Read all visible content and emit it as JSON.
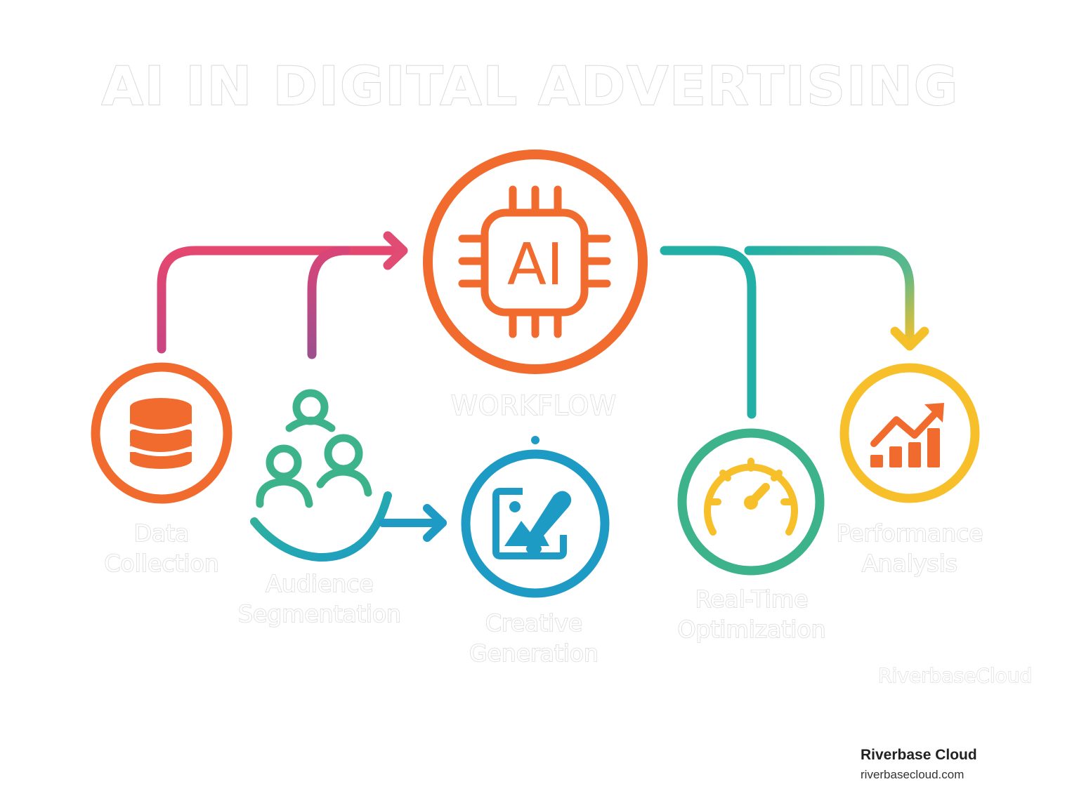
{
  "title": "AI IN DIGITAL ADVERTISING",
  "center": {
    "icon": "ai-chip-icon",
    "chip_text": "AI",
    "label": "WORKFLOW"
  },
  "stages": [
    {
      "label_line1": "Data",
      "label_line2": "Collection",
      "icon": "database-icon"
    },
    {
      "label_line1": "Audience",
      "label_line2": "Segmentation",
      "icon": "people-group-icon"
    },
    {
      "label_line1": "Creative",
      "label_line2": "Generation",
      "icon": "image-brush-icon"
    },
    {
      "label_line1": "Real-Time",
      "label_line2": "Optimization",
      "icon": "speedometer-icon"
    },
    {
      "label_line1": "Performance",
      "label_line2": "Analysis",
      "icon": "growth-chart-icon"
    }
  ],
  "watermark": "RiverbaseCloud",
  "brand": {
    "name": "Riverbase Cloud",
    "url": "riverbasecloud.com"
  },
  "colors": {
    "orange": "#F26B2E",
    "pink": "#E04A7A",
    "teal": "#22AFA6",
    "green": "#3DB38C",
    "blue": "#1E9BC4",
    "yellow": "#F7C02A"
  }
}
